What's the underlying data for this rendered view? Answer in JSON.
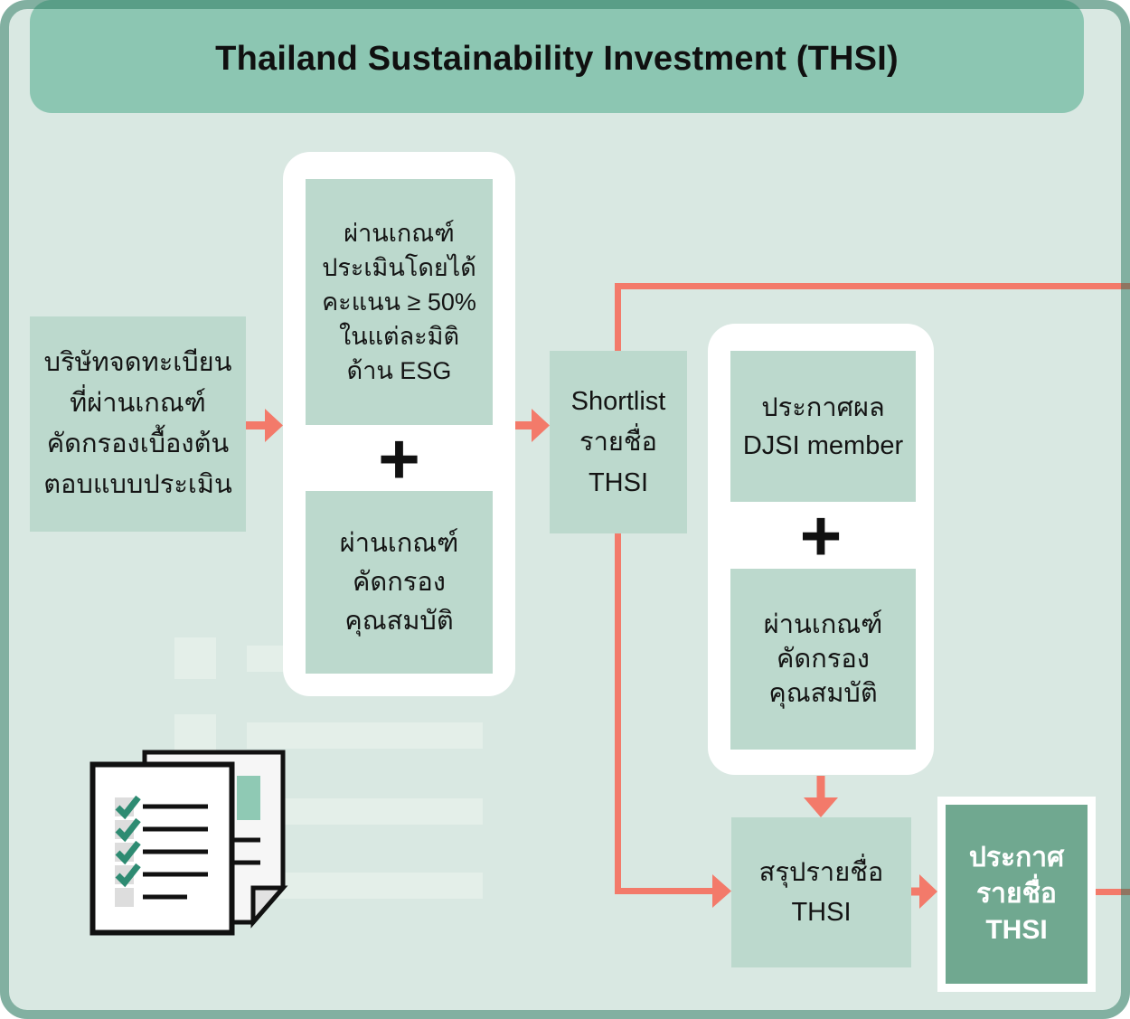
{
  "title": "Thailand Sustainability Investment (THSI)",
  "plus": "+",
  "boxes": {
    "start": {
      "lines": [
        "บริษัทจดทะเบียน",
        "ที่ผ่านเกณฑ์",
        "คัดกรองเบื้องต้น",
        "ตอบแบบประเมิน"
      ]
    },
    "esg_score": {
      "lines": [
        "ผ่านเกณฑ์",
        "ประเมินโดยได้",
        "คะแนน ≥ 50%",
        "ในแต่ละมิติ",
        "ด้าน ESG"
      ]
    },
    "qualify_mid": {
      "lines": [
        "ผ่านเกณฑ์",
        "คัดกรอง",
        "คุณสมบัติ"
      ]
    },
    "shortlist": {
      "lines": [
        "Shortlist",
        "รายชื่อ",
        "THSI"
      ]
    },
    "djsi": {
      "lines": [
        "ประกาศผล",
        "DJSI member"
      ]
    },
    "qualify_right": {
      "lines": [
        "ผ่านเกณฑ์",
        "คัดกรอง",
        "คุณสมบัติ"
      ]
    },
    "summary": {
      "lines": [
        "สรุปรายชื่อ",
        "THSI"
      ]
    },
    "announce": {
      "lines": [
        "ประกาศ",
        "รายชื่อ",
        "THSI"
      ]
    }
  },
  "colors": {
    "frame_background": "#d9e8e2",
    "frame_border": "#5ba38c",
    "header_fill": "#8cc6b2",
    "box_fill": "#bcd9cd",
    "announce_fill": "#70a890",
    "arrow": "#f37a6a",
    "text": "#141414",
    "check": "#2e8b72",
    "decor": "#e4efe9"
  }
}
